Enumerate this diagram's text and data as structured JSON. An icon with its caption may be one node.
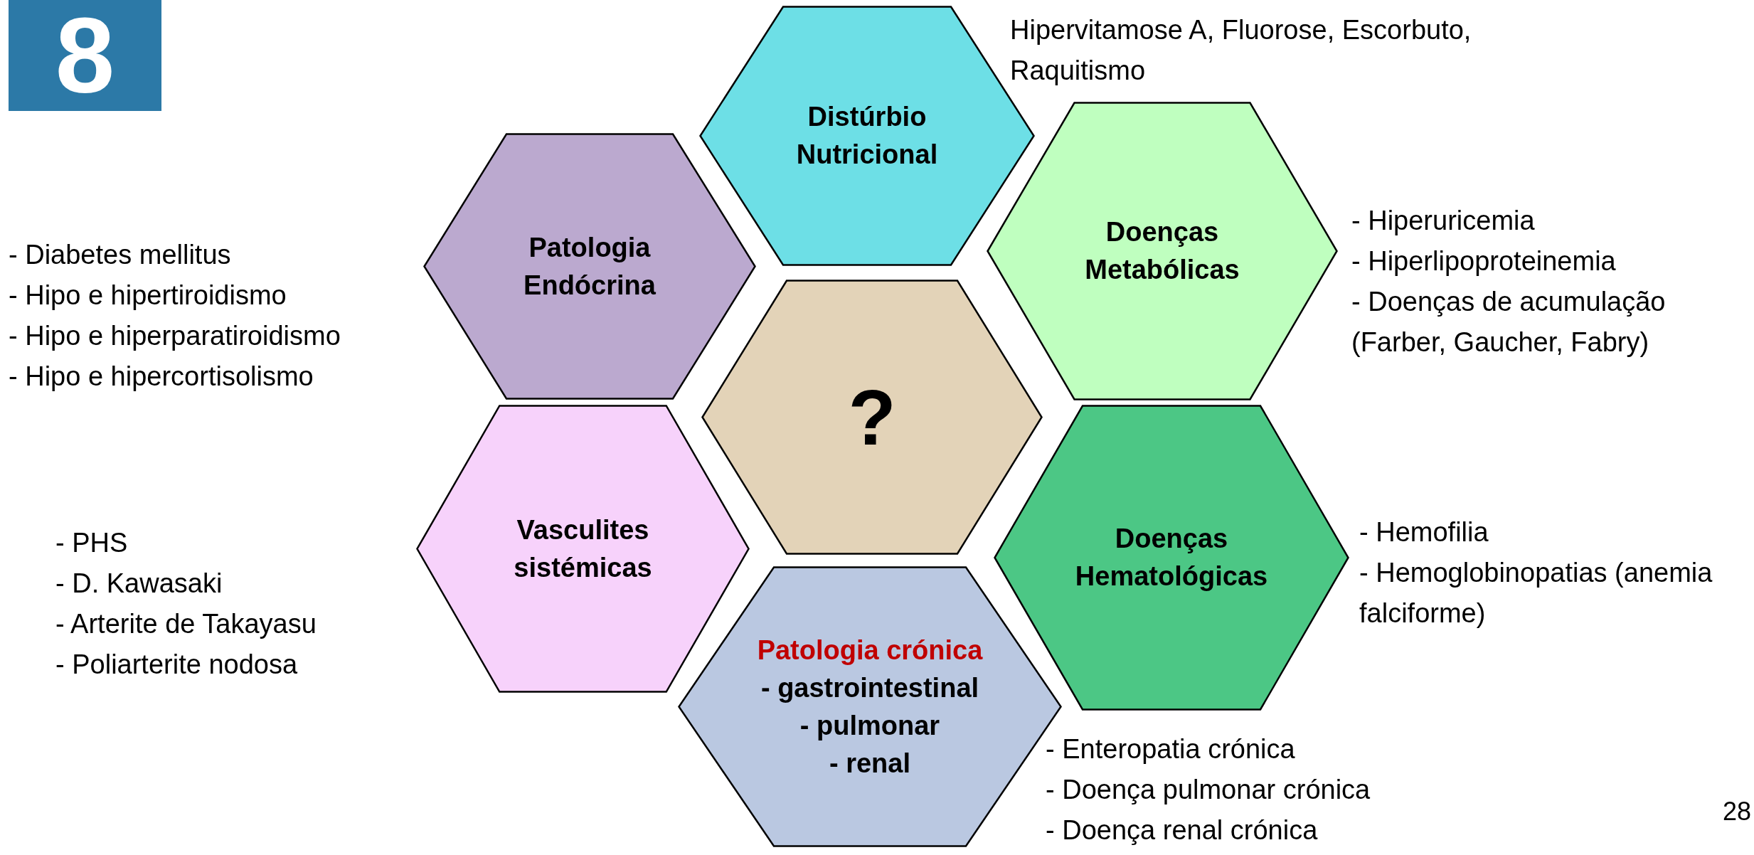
{
  "diagram": {
    "nodes": [
      {
        "text": [
          "8"
        ]
      },
      {
        "text": [
          "Distúrbio Nutricional"
        ],
        "beside": [
          "Hipervitamose A, Fluorose, Escorbuto, Raquitismo"
        ]
      },
      {
        "text": [
          "Patologia Endócrina"
        ],
        "beside": [
          "- Diabetes mellitus",
          "- Hipo e hipertiroidismo",
          "- Hipo e hiperparatiroidismo",
          "- Hipo e hipercortisolismo"
        ]
      },
      {
        "text": [
          "Doenças Metabólicas"
        ],
        "beside": [
          "- Hiperuricemia",
          "- Hiperlipoproteinemia",
          "- Doenças de acumulação (Farber, Gaucher, Fabry)"
        ]
      },
      {
        "text": [
          "?"
        ]
      },
      {
        "text": [
          "Vasculites sistémicas"
        ],
        "beside": [
          "- PHS",
          "- D. Kawasaki",
          "- Arterite de Takayasu",
          "- Poliarterite nodosa"
        ]
      },
      {
        "text": [
          "Doenças Hematológicas"
        ],
        "beside": [
          "- Hemofilia",
          "- Hemoglobinopatias (anemia falciforme)"
        ]
      },
      {
        "text": [
          "Patologia crónica",
          "- gastrointestinal",
          "- pulmonar",
          "- renal"
        ],
        "beside": [
          "- Enteropatia crónica",
          "- Doença pulmonar crónica",
          "- Doença renal crónica"
        ]
      }
    ],
    "labels": [
      "28"
    ]
  }
}
